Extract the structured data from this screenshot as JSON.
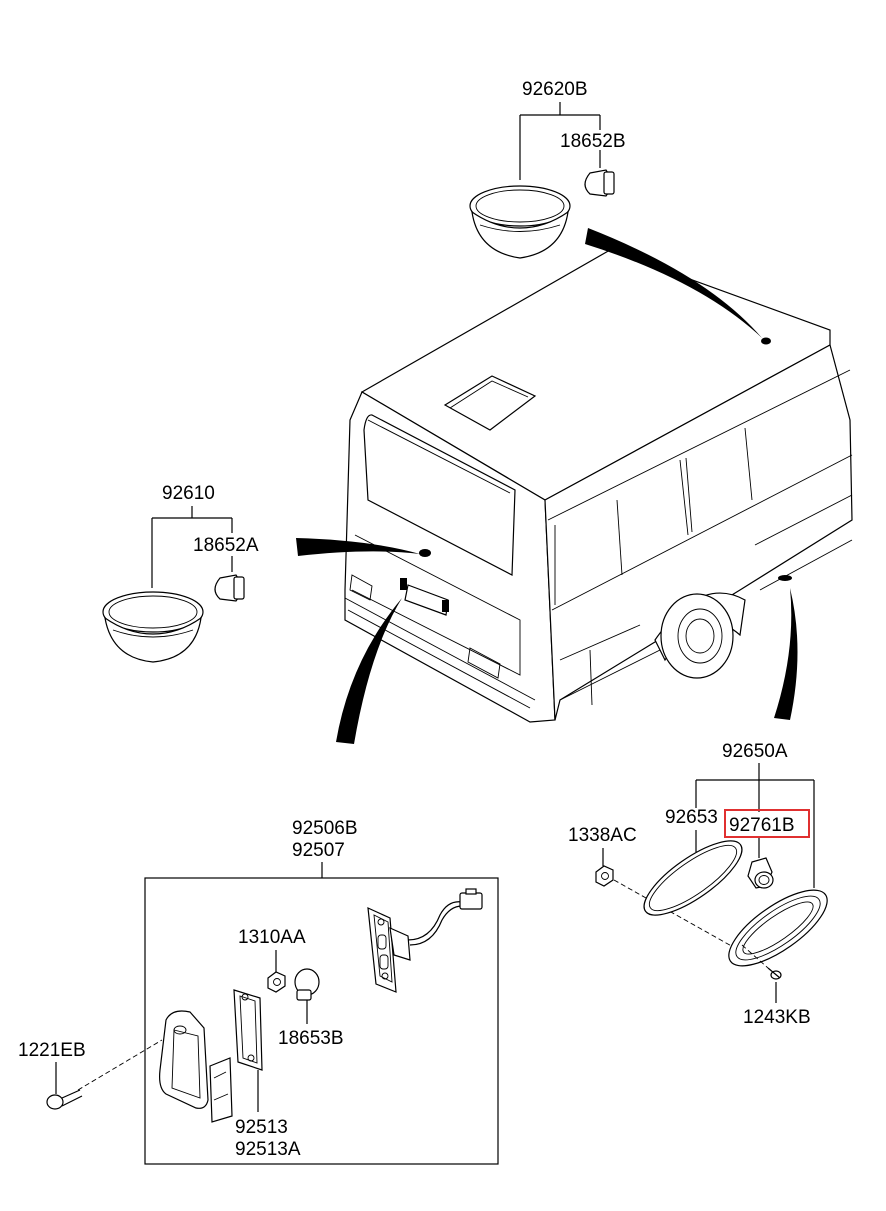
{
  "labels": {
    "p92620B": "92620B",
    "p18652B": "18652B",
    "p92610": "92610",
    "p18652A": "18652A",
    "p92650A": "92650A",
    "p92653": "92653",
    "p92761B": "92761B",
    "p1338AC": "1338AC",
    "p1243KB": "1243KB",
    "p92506B": "92506B",
    "p92507": "92507",
    "p1310AA": "1310AA",
    "p18653B": "18653B",
    "p1221EB": "1221EB",
    "p92513": "92513",
    "p92513A": "92513A"
  },
  "highlight": {
    "part": "92761B",
    "color": "#e03030"
  },
  "icons": [
    "bus-icon",
    "dome-lamp-icon",
    "bulb-icon",
    "side-marker-lamp-icon",
    "license-lamp-icon",
    "screw-icon",
    "nut-icon",
    "connector-icon"
  ]
}
